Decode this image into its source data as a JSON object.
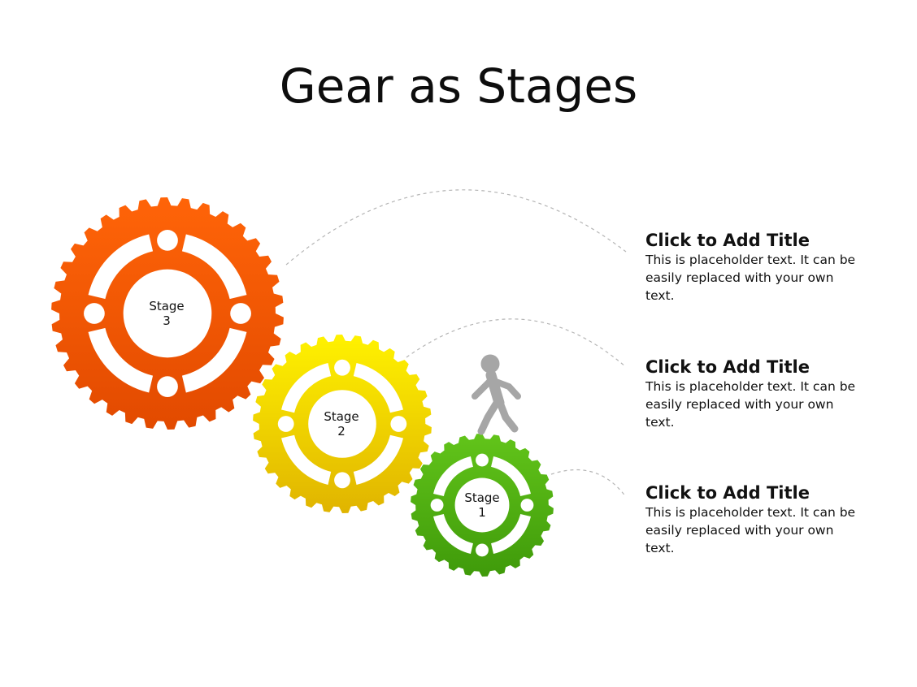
{
  "slide": {
    "title": "Gear as Stages"
  },
  "gears": [
    {
      "label_line1": "Stage",
      "label_line2": "1",
      "color_top": "#62c41a",
      "color_bottom": "#3f9a0a"
    },
    {
      "label_line1": "Stage",
      "label_line2": "2",
      "color_top": "#fff200",
      "color_bottom": "#e0b400"
    },
    {
      "label_line1": "Stage",
      "label_line2": "3",
      "color_top": "#ff6408",
      "color_bottom": "#e24a00"
    }
  ],
  "figure_icon": "walking-person-icon",
  "figure_color": "#a6a6a6",
  "connector_color": "#b5b5b5",
  "text_blocks": [
    {
      "title": "Click to Add Title",
      "body_line1": "This is placeholder text. It can be",
      "body_line2": "easily replaced with your own",
      "body_line3": "text."
    },
    {
      "title": "Click to Add Title",
      "body_line1": "This is placeholder text. It can be",
      "body_line2": "easily replaced with your own",
      "body_line3": "text."
    },
    {
      "title": "Click to Add Title",
      "body_line1": "This is placeholder text. It can be",
      "body_line2": "easily replaced with your own",
      "body_line3": "text."
    }
  ]
}
